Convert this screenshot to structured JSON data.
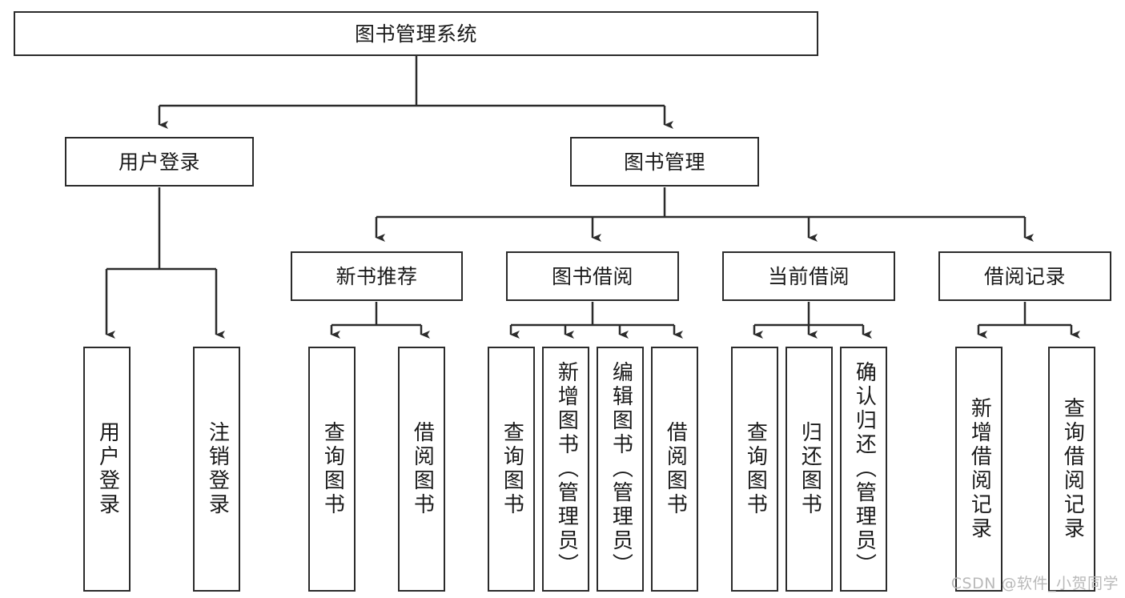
{
  "diagram": {
    "type": "tree-hierarchy",
    "title": "图书管理系统",
    "watermark": "CSDN @软件_小贺同学",
    "colors": {
      "stroke": "#2b2b2b",
      "fill": "#ffffff",
      "text": "#1a1a1a",
      "watermark": "#b9b9b9"
    },
    "nodes": {
      "root": {
        "label": "图书管理系统",
        "level": 1,
        "orientation": "horizontal"
      },
      "l2": [
        {
          "id": "user-login",
          "label": "用户登录",
          "level": 2,
          "orientation": "horizontal"
        },
        {
          "id": "book-manage",
          "label": "图书管理",
          "level": 2,
          "orientation": "horizontal"
        }
      ],
      "l3": [
        {
          "id": "new-book-rec",
          "label": "新书推荐",
          "level": 3,
          "orientation": "horizontal",
          "parent": "book-manage"
        },
        {
          "id": "book-borrow",
          "label": "图书借阅",
          "level": 3,
          "orientation": "horizontal",
          "parent": "book-manage"
        },
        {
          "id": "current-borrow",
          "label": "当前借阅",
          "level": 3,
          "orientation": "horizontal",
          "parent": "book-manage"
        },
        {
          "id": "borrow-record",
          "label": "借阅记录",
          "level": 3,
          "orientation": "horizontal",
          "parent": "book-manage"
        }
      ],
      "leaves": [
        {
          "id": "leaf-user-login",
          "label": "用户登录",
          "parent": "user-login"
        },
        {
          "id": "leaf-user-logout",
          "label": "注销登录",
          "parent": "user-login"
        },
        {
          "id": "leaf-query-book-rec",
          "label": "查询图书",
          "parent": "new-book-rec"
        },
        {
          "id": "leaf-borrow-book-rec",
          "label": "借阅图书",
          "parent": "new-book-rec"
        },
        {
          "id": "leaf-query-book-borrow",
          "label": "查询图书",
          "parent": "book-borrow"
        },
        {
          "id": "leaf-add-book",
          "label": "新增图书（管理员）",
          "parent": "book-borrow"
        },
        {
          "id": "leaf-edit-book",
          "label": "编辑图书（管理员）",
          "parent": "book-borrow"
        },
        {
          "id": "leaf-borrow-book",
          "label": "借阅图书",
          "parent": "book-borrow"
        },
        {
          "id": "leaf-query-book-cur",
          "label": "查询图书",
          "parent": "current-borrow"
        },
        {
          "id": "leaf-return-book",
          "label": "归还图书",
          "parent": "current-borrow"
        },
        {
          "id": "leaf-confirm-return",
          "label": "确认归还（管理员）",
          "parent": "current-borrow"
        },
        {
          "id": "leaf-add-record",
          "label": "新增借阅记录",
          "parent": "borrow-record"
        },
        {
          "id": "leaf-query-record",
          "label": "查询借阅记录",
          "parent": "borrow-record"
        }
      ]
    }
  }
}
